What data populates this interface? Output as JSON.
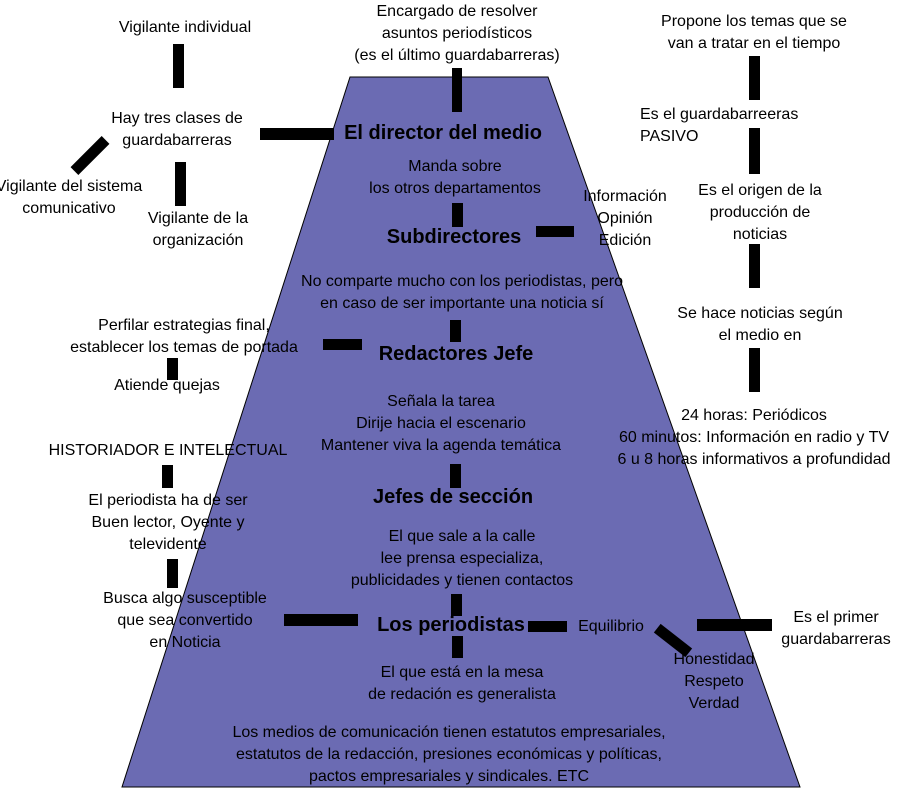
{
  "pyramid": {
    "fill": "#6b6bb3",
    "levels": {
      "director": "El director del medio",
      "subdirectores": "Subdirectores",
      "redactores": "Redactores Jefe",
      "jefes": "Jefes de sección",
      "periodistas": "Los periodistas"
    },
    "inner": {
      "director_desc": [
        "Manda sobre",
        "los otros departamentos"
      ],
      "subdir_desc": [
        "No comparte mucho con los periodistas, pero",
        "en caso de ser importante una noticia sí"
      ],
      "redactores_desc": [
        "Señala la tarea",
        "Dirije hacia el escenario",
        "Mantener viva la agenda temática"
      ],
      "jefes_desc": [
        "El que sale a la calle",
        "lee prensa especializa,",
        "publicidades y tienen contactos"
      ],
      "periodistas_desc": [
        "El que está en la mesa",
        "de redación es generalista"
      ],
      "bottom": [
        "Los medios de comunicación tienen estatutos empresariales,",
        "estatutos de la redacción, presiones económicas y políticas,",
        "pactos empresariales y sindicales. ETC"
      ]
    }
  },
  "top": [
    "Encargado de resolver",
    "asuntos periodísticos",
    "(es el último guardabarreras)"
  ],
  "left": {
    "vigilante_individual": "Vigilante individual",
    "tres_clases": [
      "Hay tres clases de",
      "guardabarreras"
    ],
    "vigilante_sistema": [
      "Vigilante del sistema",
      "comunicativo"
    ],
    "vigilante_org": [
      "Vigilante de la",
      "organización"
    ],
    "perfilar": [
      "Perfilar estrategias final,",
      "establecer los temas de portada"
    ],
    "quejas": "Atiende quejas",
    "historiador": "HISTORIADOR E INTELECTUAL",
    "periodista_ser": [
      "El periodista ha de ser",
      "Buen lector, Oyente y",
      "televidente"
    ],
    "busca": [
      "Busca algo susceptible",
      "que sea convertido",
      "en Noticia"
    ]
  },
  "right": {
    "subdir_areas": [
      "Información",
      "Opinión",
      "Edición"
    ],
    "propone": [
      "Propone los temas que se",
      "van a tratar en el tiempo"
    ],
    "pasivo": [
      "Es el guardabarreeras",
      "PASIVO"
    ],
    "origen": [
      "Es el origen de la",
      "producción de",
      "noticias"
    ],
    "segun": [
      "Se hace noticias según",
      "el medio en"
    ],
    "tiempos": [
      "24 horas: Periódicos",
      "60 minutos: Información en radio y TV",
      "6 u  8 horas informativos a profundidad"
    ],
    "equilibrio": "Equilibrio",
    "valores": [
      "Honestidad",
      "Respeto",
      "Verdad"
    ],
    "primer": [
      "Es el primer",
      "guardabarreras"
    ]
  }
}
